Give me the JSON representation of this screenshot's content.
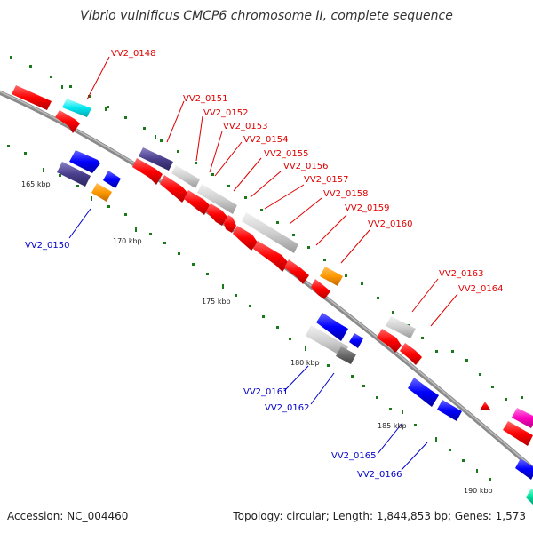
{
  "title": "Vibrio vulnificus CMCP6 chromosome II, complete sequence",
  "accession": "Accession: NC_004460",
  "topology": "Topology: circular; Length: 1,844,853 bp; Genes: 1,573",
  "colors": {
    "forward_label": "#e00000",
    "reverse_label": "#0000cc",
    "backbone": "#8a8a8a",
    "tick": "#1a7a1a"
  },
  "scale_labels": [
    "165 kbp",
    "170 kbp",
    "175 kbp",
    "180 kbp",
    "185 kbp",
    "190 kbp"
  ],
  "gene_labels": {
    "VV2_0148": "VV2_0148",
    "VV2_0150": "VV2_0150",
    "VV2_0151": "VV2_0151",
    "VV2_0152": "VV2_0152",
    "VV2_0153": "VV2_0153",
    "VV2_0154": "VV2_0154",
    "VV2_0155": "VV2_0155",
    "VV2_0156": "VV2_0156",
    "VV2_0157": "VV2_0157",
    "VV2_0158": "VV2_0158",
    "VV2_0159": "VV2_0159",
    "VV2_0160": "VV2_0160",
    "VV2_0161": "VV2_0161",
    "VV2_0162": "VV2_0162",
    "VV2_0163": "VV2_0163",
    "VV2_0164": "VV2_0164",
    "VV2_0165": "VV2_0165",
    "VV2_0166": "VV2_0166"
  }
}
